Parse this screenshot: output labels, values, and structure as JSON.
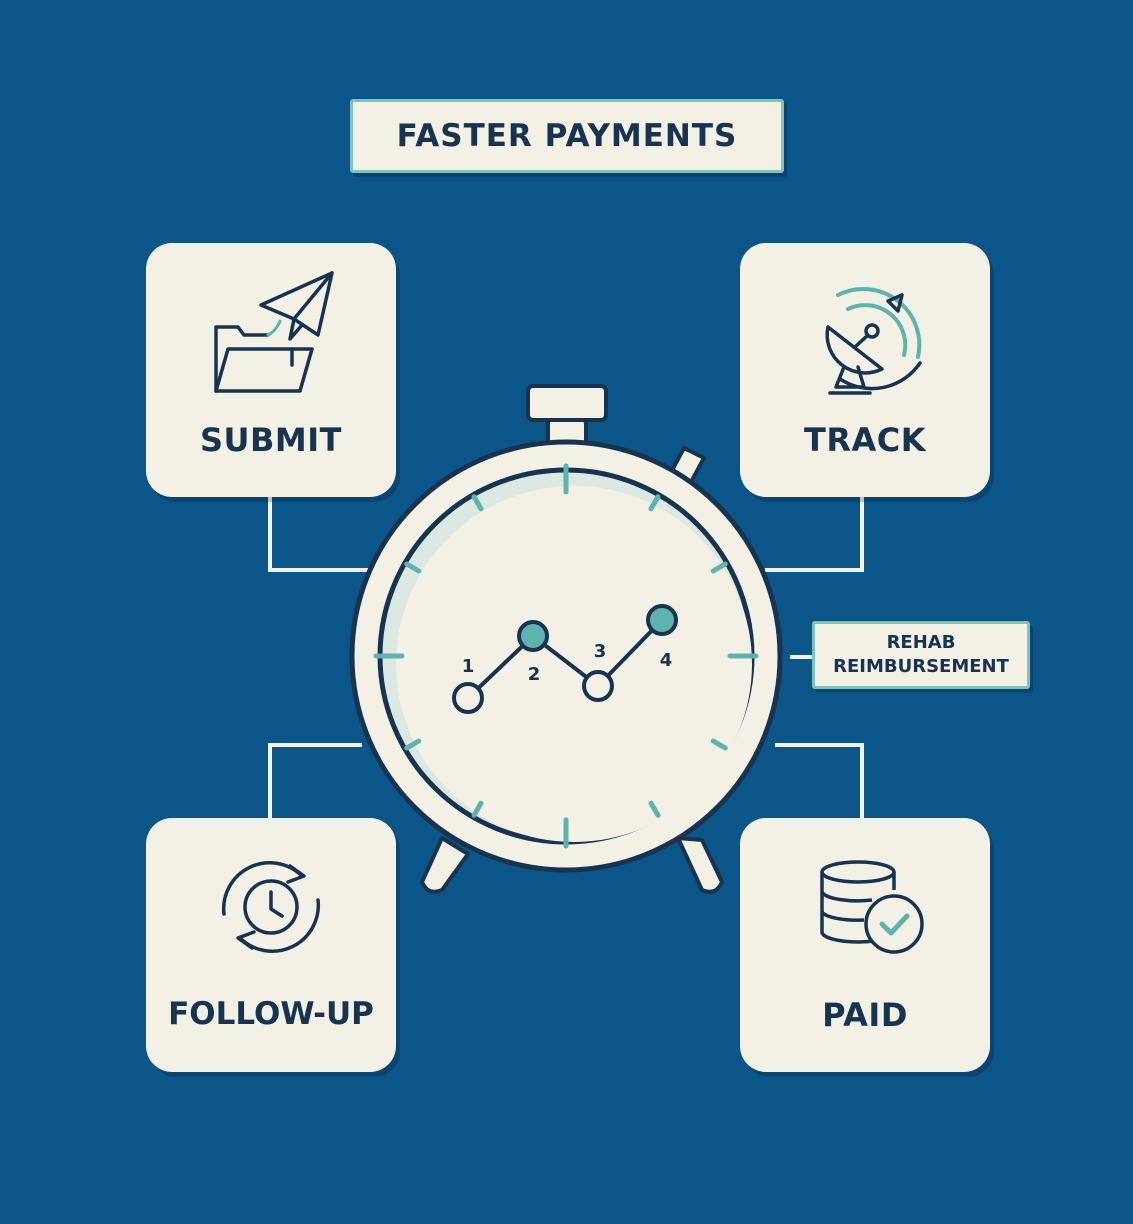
{
  "title": "FASTER PAYMENTS",
  "steps": {
    "submit": {
      "label": "SUBMIT",
      "icon": "folder-paper-plane-icon"
    },
    "track": {
      "label": "TRACK",
      "icon": "satellite-dish-icon"
    },
    "followup": {
      "label": "FOLLOW-UP",
      "icon": "clock-refresh-icon"
    },
    "paid": {
      "label": "PAID",
      "icon": "coins-check-icon"
    }
  },
  "callout": {
    "line1": "REHAB",
    "line2": "REIMBURSEMENT"
  },
  "timeline": {
    "points": [
      "1",
      "2",
      "3",
      "4"
    ]
  },
  "colors": {
    "background": "#0c5589",
    "card": "#f3f0e6",
    "ink": "#17334f",
    "accent": "#5fb3ac"
  }
}
